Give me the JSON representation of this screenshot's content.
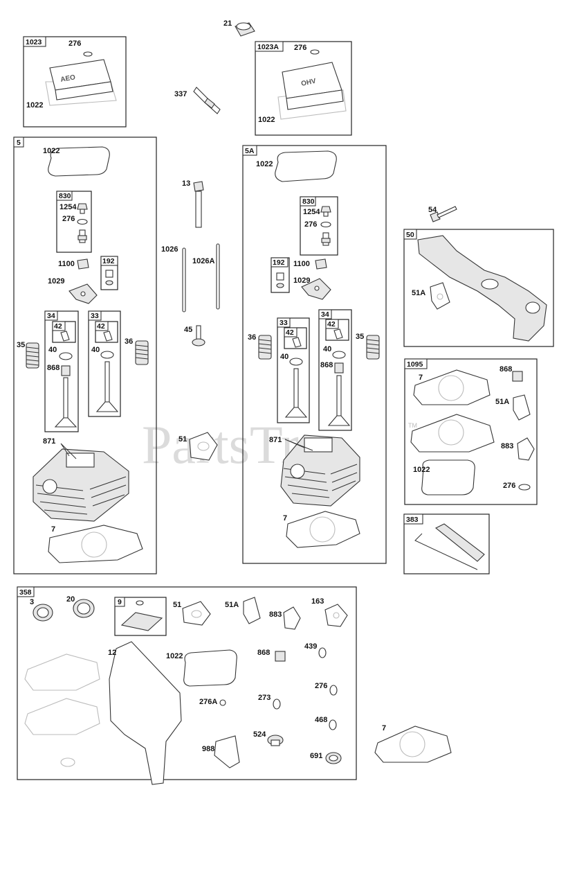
{
  "watermark": "PartsTree",
  "watermark_tm": "TM",
  "groups": {
    "g1023": "1023",
    "g1023a": "1023A",
    "g5": "5",
    "g5a": "5A",
    "g830": "830",
    "g192": "192",
    "g34": "34",
    "g33": "33",
    "g42": "42",
    "g50": "50",
    "g1095": "1095",
    "g383": "383",
    "g358": "358",
    "g9": "9"
  },
  "parts": {
    "p21": "21",
    "p337": "337",
    "p276": "276",
    "p1022": "1022",
    "p1254": "1254",
    "p1100": "1100",
    "p1029": "1029",
    "p35": "35",
    "p36": "36",
    "p40": "40",
    "p868": "868",
    "p871": "871",
    "p7": "7",
    "p13": "13",
    "p1026": "1026",
    "p1026a": "1026A",
    "p45": "45",
    "p51": "51",
    "p54": "54",
    "p51a": "51A",
    "p883": "883",
    "p3": "3",
    "p20": "20",
    "p12": "12",
    "p163": "163",
    "p439": "439",
    "p276a": "276A",
    "p273": "273",
    "p468": "468",
    "p524": "524",
    "p988": "988",
    "p691": "691"
  }
}
